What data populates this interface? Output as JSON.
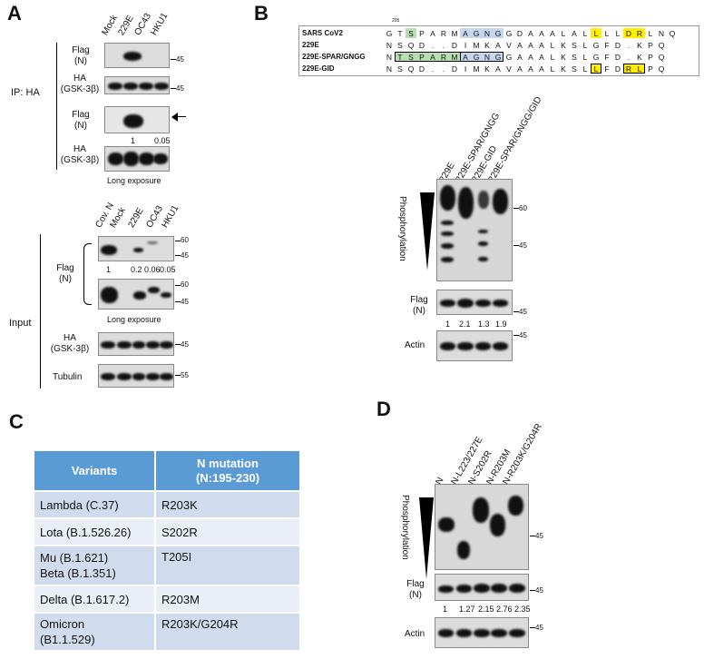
{
  "panels": {
    "a": "A",
    "b": "B",
    "c": "C",
    "d": "D"
  },
  "A": {
    "lanes_top": [
      "Mock",
      "229E",
      "OC43",
      "HKU1"
    ],
    "ip_label": "IP: HA",
    "row_labels": {
      "flag1": "Flag\n(N)",
      "ha1": "HA\n(GSK-3β)",
      "flag2": "Flag\n(N)",
      "ha2": "HA\n(GSK-3β)"
    },
    "quant_top": [
      "1",
      "0.05"
    ],
    "long_exposure": "Long exposure",
    "lanes_bottom": [
      "Cov. N",
      "Mock",
      "229E",
      "OC43",
      "HKU1"
    ],
    "input_label": "Input",
    "flag_input": "Flag\n(N)",
    "quant_bottom": [
      "1",
      "0.2",
      "0.06",
      "0.05"
    ],
    "long_exposure2": "Long exposure",
    "ha_input": "HA\n(GSK-3β)",
    "tubulin": "Tubulin",
    "mw": {
      "m45": "45",
      "m60": "60",
      "m55": "55"
    }
  },
  "B": {
    "position_marker": "205",
    "seq_rows": [
      {
        "name": "SARS CoV2",
        "aa": [
          "G",
          "T",
          "S",
          "P",
          "A",
          "R",
          "M",
          "A",
          "G",
          "N",
          "G",
          "G",
          "D",
          "A",
          "A",
          "A",
          "L",
          "A",
          "L",
          "L",
          "L",
          "L",
          "D",
          "R",
          "L",
          "N",
          "Q"
        ]
      },
      {
        "name": "229E",
        "aa": [
          "N",
          "S",
          "Q",
          "D",
          ".",
          ".",
          "D",
          "I",
          "M",
          "K",
          "A",
          "V",
          "A",
          "A",
          "A",
          "L",
          "K",
          "S",
          "L",
          "G",
          "F",
          "D",
          ".",
          "K",
          "P",
          "Q",
          ""
        ]
      },
      {
        "name": "229E-SPAR/GNGG",
        "aa": [
          "N",
          "T",
          "S",
          "P",
          "A",
          "R",
          "M",
          "A",
          "G",
          "N",
          "G",
          "G",
          "A",
          "A",
          "A",
          "L",
          "K",
          "S",
          "L",
          "G",
          "F",
          "D",
          ".",
          "K",
          "P",
          "Q",
          ""
        ]
      },
      {
        "name": "229E-GID",
        "aa": [
          "N",
          "S",
          "Q",
          "D",
          ".",
          ".",
          "D",
          "I",
          "M",
          "K",
          "A",
          "V",
          "A",
          "A",
          "A",
          "L",
          "K",
          "S",
          "L",
          "L",
          "F",
          "D",
          "R",
          "L",
          "P",
          "Q",
          ""
        ]
      }
    ],
    "lanes": [
      "229E",
      "229E-SPAR/GNGG",
      "229E-GID",
      "229E-SPAR/GNGG/GID"
    ],
    "phospho": "Phosphorylation",
    "flag": "Flag\n(N)",
    "quant": [
      "1",
      "2.1",
      "1.3",
      "1.9"
    ],
    "actin": "Actin",
    "mw": {
      "m60": "60",
      "m45": "45"
    }
  },
  "C": {
    "headers": [
      "Variants",
      "N mutation\n(N:195-230)"
    ],
    "rows": [
      [
        "Lambda (C.37)",
        "R203K"
      ],
      [
        "Lota (B.1.526.26)",
        "S202R"
      ],
      [
        "Mu (B.1.621)\nBeta (B.1.351)",
        "T205I"
      ],
      [
        "Delta (B.1.617.2)",
        "R203M"
      ],
      [
        "Omicron\n(B1.1.529)",
        "R203K/G204R"
      ]
    ]
  },
  "D": {
    "lanes": [
      "N",
      "N-L223/227E",
      "N-S202R",
      "N-R203M",
      "N-R203K/G204R"
    ],
    "phospho": "Phosphorylation",
    "flag": "Flag\n(N)",
    "quant": [
      "1",
      "1.27",
      "2.15",
      "2.76",
      "2.35"
    ],
    "actin": "Actin",
    "mw": {
      "m45": "45"
    }
  },
  "colors": {
    "table_header": "#5b9bd5",
    "row_odd": "#d0dcee",
    "row_even": "#e9eef7",
    "highlight_yellow": "#ffee00",
    "highlight_green": "#b7dfb1",
    "highlight_blue": "#c6d6ee"
  }
}
